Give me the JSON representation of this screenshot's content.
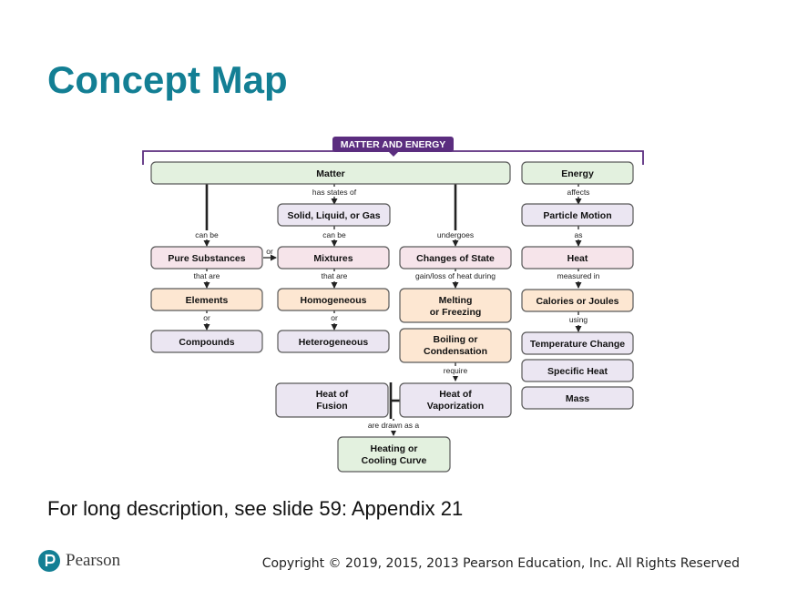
{
  "slide": {
    "title": "Concept Map",
    "description": "For long description, see slide 59: Appendix 21",
    "copyright": "Copyright © 2019, 2015, 2013 Pearson Education, Inc. All Rights Reserved",
    "logo_text": "Pearson"
  },
  "colors": {
    "title": "#137f94",
    "header_banner": "#5b2d7f",
    "node_green": "#e3f1df",
    "node_purple": "#ebe6f2",
    "node_pink": "#f6e4ea",
    "node_orange": "#fde7d2"
  },
  "map": {
    "header": "MATTER AND ENERGY",
    "nodes": {
      "matter": "Matter",
      "energy": "Energy",
      "states": "Solid, Liquid, or Gas",
      "particle_motion": "Particle Motion",
      "pure_substances": "Pure Substances",
      "mixtures": "Mixtures",
      "changes_of_state": "Changes of State",
      "heat": "Heat",
      "elements": "Elements",
      "homogeneous": "Homogeneous",
      "melting": [
        "Melting",
        "or Freezing"
      ],
      "calories": "Calories or Joules",
      "compounds": "Compounds",
      "heterogeneous": "Heterogeneous",
      "boiling": [
        "Boiling or",
        "Condensation"
      ],
      "temperature_change": "Temperature Change",
      "specific_heat": "Specific Heat",
      "heat_of_fusion": [
        "Heat of",
        "Fusion"
      ],
      "heat_of_vaporization": [
        "Heat of",
        "Vaporization"
      ],
      "mass": "Mass",
      "heating_curve": [
        "Heating or",
        "Cooling Curve"
      ]
    },
    "links": {
      "has_states_of": "has states of",
      "affects": "affects",
      "can_be_1": "can be",
      "can_be_2": "can be",
      "or_1": "or",
      "undergoes": "undergoes",
      "as": "as",
      "that_are_1": "that are",
      "that_are_2": "that are",
      "gain_loss": "gain/loss of heat during",
      "measured_in": "measured in",
      "or_2": "or",
      "or_3": "or",
      "using": "using",
      "require": "require",
      "drawn_as": "are drawn as a"
    }
  }
}
